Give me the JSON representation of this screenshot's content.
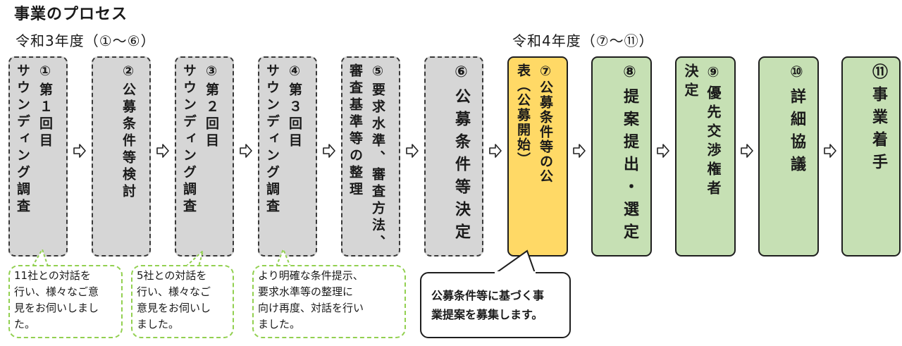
{
  "title": "事業のプロセス",
  "periods": {
    "first": "令和3年度（①～⑥）",
    "second": "令和4年度（⑦～⑪）"
  },
  "steps": [
    {
      "text": "①第１回目\nサウンディング調査",
      "color": "#d6d6d6"
    },
    {
      "text": "②公募条件等検討",
      "color": "#d6d6d6"
    },
    {
      "text": "③第２回目\nサウンディング調査",
      "color": "#d6d6d6"
    },
    {
      "text": "④第３回目\nサウンディング調査",
      "color": "#d6d6d6"
    },
    {
      "text": "⑤要求水準、審査方法、\n審査基準等の整理",
      "color": "#d6d6d6"
    },
    {
      "text": "⑥公募条件等決定",
      "color": "#d6d6d6"
    },
    {
      "text": "⑦公募条件等の公\n表（公募開始）",
      "color": "#ffd966"
    },
    {
      "text": "⑧提案提出・選定",
      "color": "#c6e0b4"
    },
    {
      "text": "⑨優先交渉権者\n決定",
      "color": "#c6e0b4"
    },
    {
      "text": "⑩詳細協議",
      "color": "#c6e0b4"
    },
    {
      "text": "⑪事業着手",
      "color": "#c6e0b4"
    }
  ],
  "notes": {
    "note1": "11社との対話を\n行い、様々なご意\n見をお伺いしまし\nた。",
    "note2": "5社との対話を\n行い、様々なご\n意見をお伺いし\nました。",
    "note3": "より明確な条件提示、\n要求水準等の整理に\n向け再度、対話を行い\nました。",
    "note4": "公募条件等に基づく事\n業提案を募集します。"
  },
  "icons": {
    "arrow": "right-outline-arrow-icon"
  }
}
